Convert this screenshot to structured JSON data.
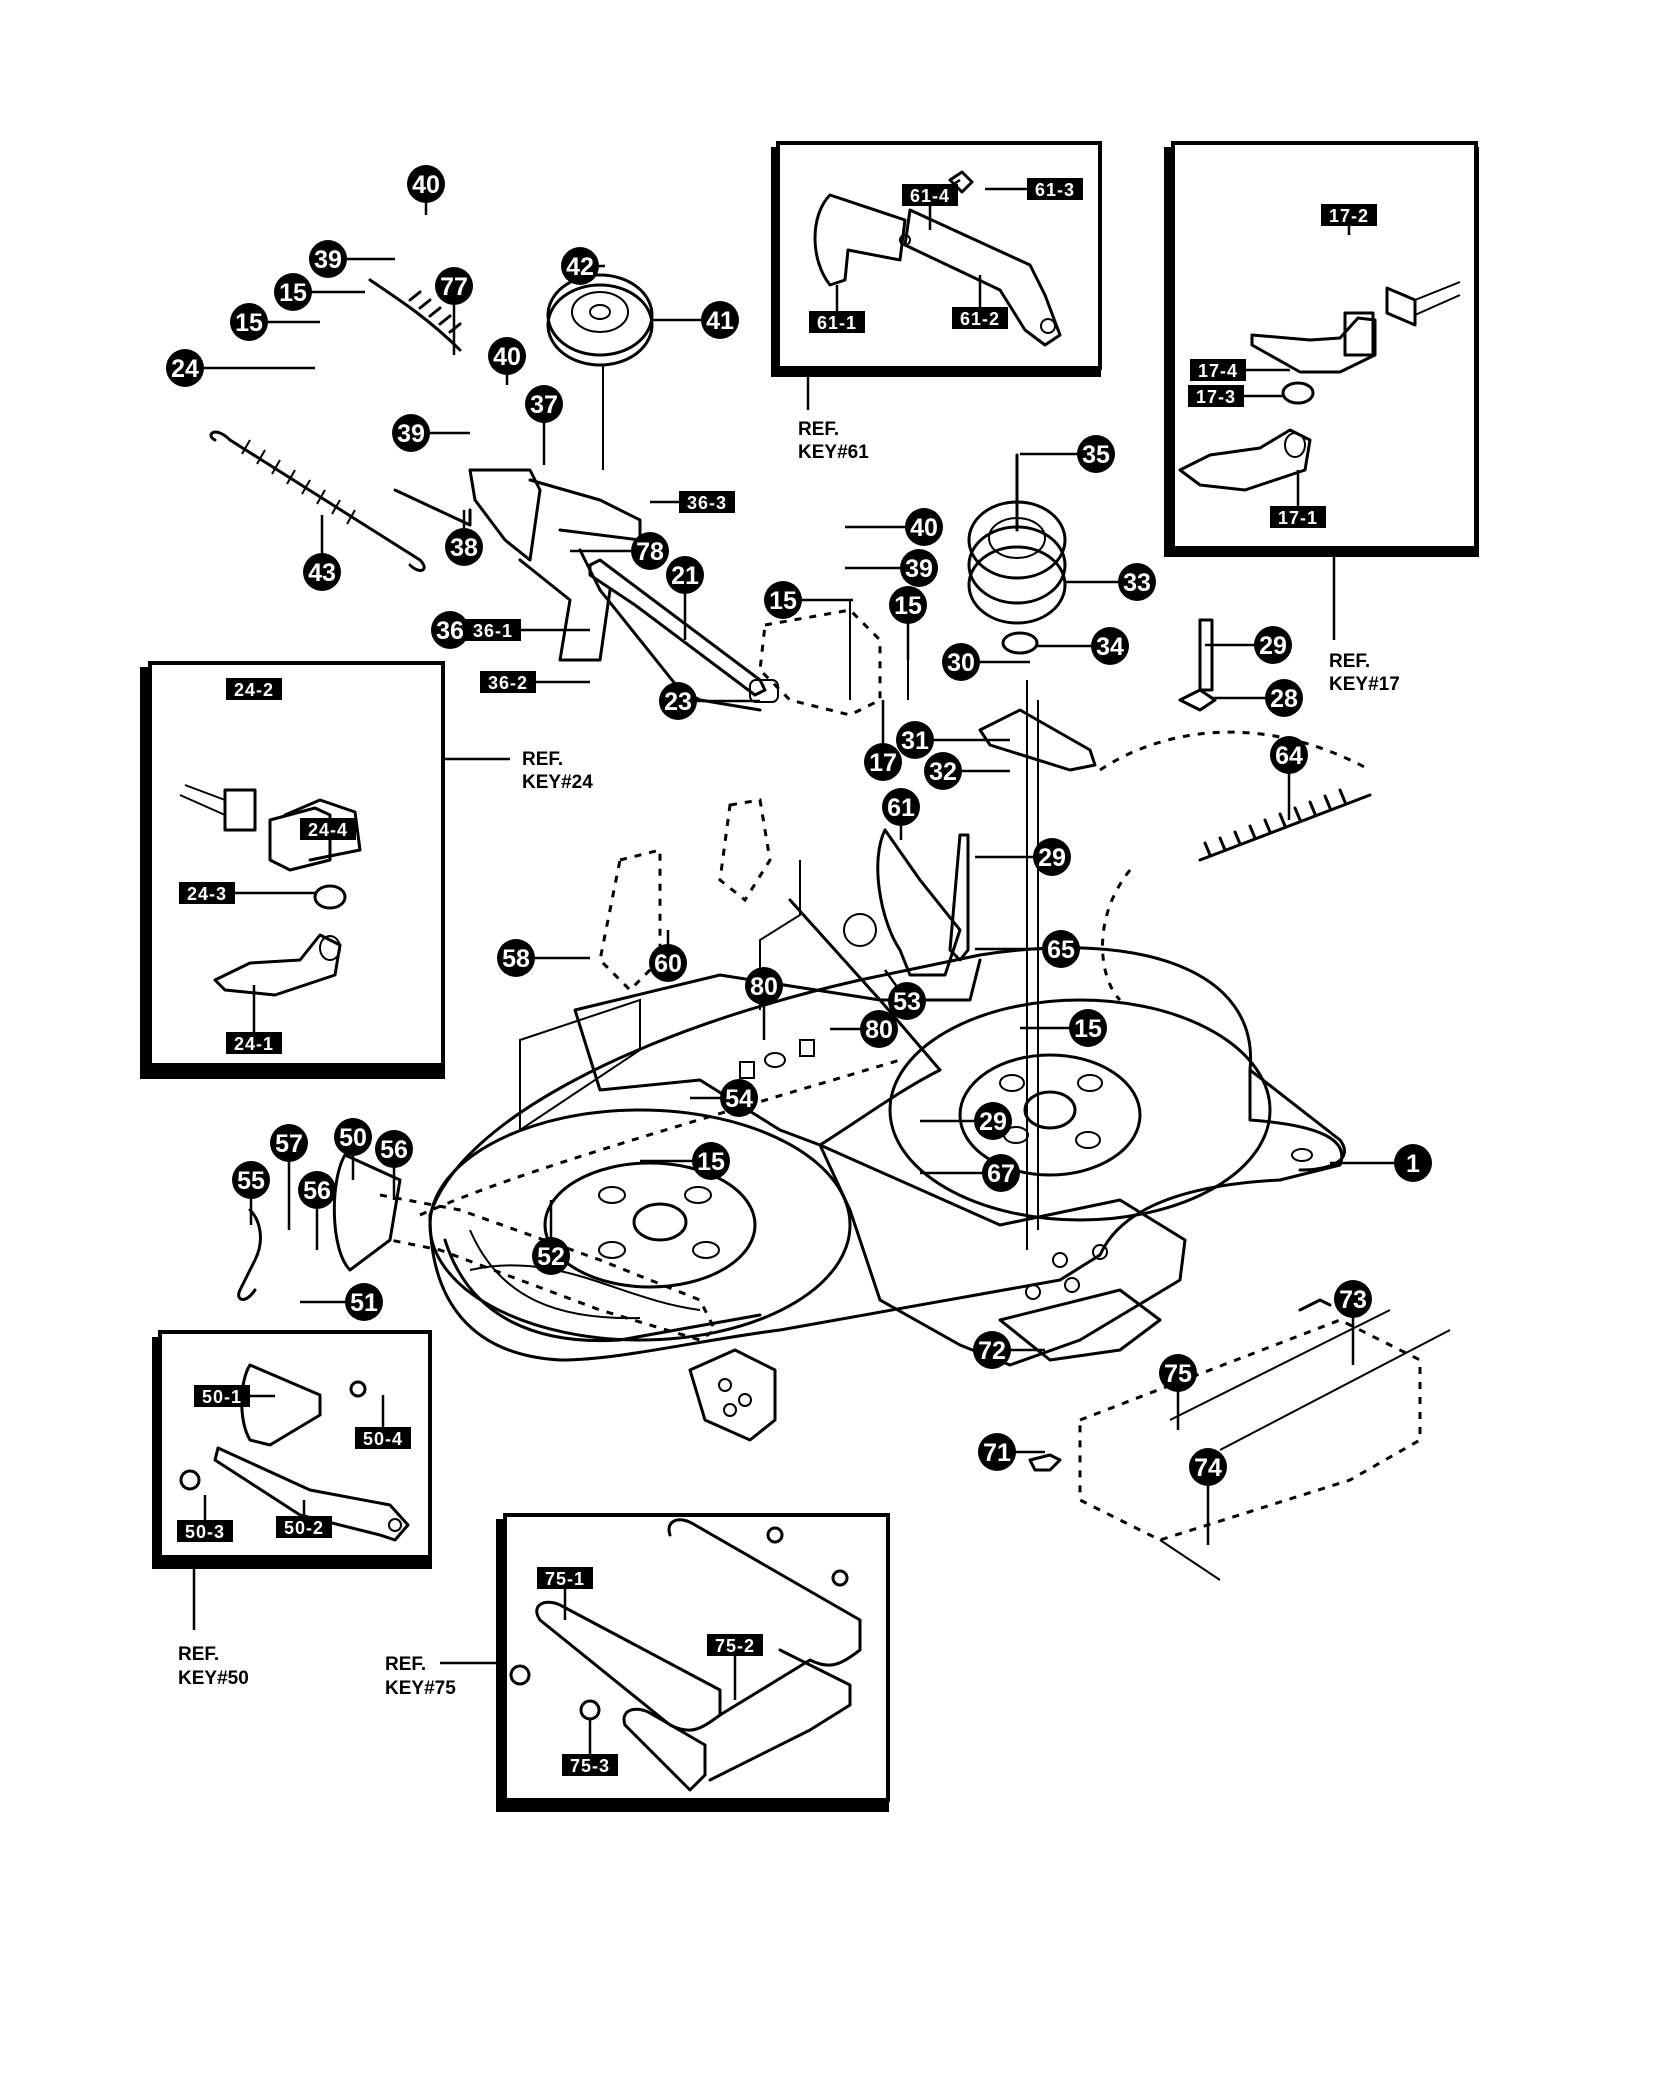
{
  "diagram": {
    "type": "exploded-parts-diagram",
    "subject": "mower deck assembly",
    "callouts": [
      {
        "n": "40"
      },
      {
        "n": "39"
      },
      {
        "n": "77"
      },
      {
        "n": "15"
      },
      {
        "n": "15"
      },
      {
        "n": "24"
      },
      {
        "n": "42"
      },
      {
        "n": "41"
      },
      {
        "n": "40"
      },
      {
        "n": "37"
      },
      {
        "n": "39"
      },
      {
        "n": "43"
      },
      {
        "n": "38"
      },
      {
        "n": "78"
      },
      {
        "n": "21"
      },
      {
        "n": "36"
      },
      {
        "n": "23"
      },
      {
        "n": "40"
      },
      {
        "n": "39"
      },
      {
        "n": "15"
      },
      {
        "n": "15"
      },
      {
        "n": "17"
      },
      {
        "n": "35"
      },
      {
        "n": "33"
      },
      {
        "n": "34"
      },
      {
        "n": "30"
      },
      {
        "n": "29"
      },
      {
        "n": "28"
      },
      {
        "n": "31"
      },
      {
        "n": "32"
      },
      {
        "n": "64"
      },
      {
        "n": "61"
      },
      {
        "n": "29"
      },
      {
        "n": "65"
      },
      {
        "n": "58"
      },
      {
        "n": "60"
      },
      {
        "n": "80"
      },
      {
        "n": "53"
      },
      {
        "n": "80"
      },
      {
        "n": "15"
      },
      {
        "n": "54"
      },
      {
        "n": "29"
      },
      {
        "n": "1"
      },
      {
        "n": "15"
      },
      {
        "n": "67"
      },
      {
        "n": "57"
      },
      {
        "n": "50"
      },
      {
        "n": "56"
      },
      {
        "n": "55"
      },
      {
        "n": "56"
      },
      {
        "n": "52"
      },
      {
        "n": "51"
      },
      {
        "n": "73"
      },
      {
        "n": "72"
      },
      {
        "n": "75"
      },
      {
        "n": "71"
      },
      {
        "n": "74"
      }
    ],
    "sub_labels": [
      {
        "n": "36-1"
      },
      {
        "n": "36-2"
      },
      {
        "n": "36-3"
      }
    ],
    "insets": [
      {
        "ref_line1": "REF.",
        "ref_line2": "KEY#61",
        "labels": [
          "61-1",
          "61-2",
          "61-3",
          "61-4"
        ]
      },
      {
        "ref_line1": "REF.",
        "ref_line2": "KEY#17",
        "labels": [
          "17-1",
          "17-2",
          "17-3",
          "17-4"
        ]
      },
      {
        "ref_line1": "REF.",
        "ref_line2": "KEY#24",
        "labels": [
          "24-1",
          "24-2",
          "24-3",
          "24-4"
        ]
      },
      {
        "ref_line1": "REF.",
        "ref_line2": "KEY#50",
        "labels": [
          "50-1",
          "50-2",
          "50-3",
          "50-4"
        ]
      },
      {
        "ref_line1": "REF.",
        "ref_line2": "KEY#75",
        "labels": [
          "75-1",
          "75-2",
          "75-3"
        ]
      }
    ]
  }
}
